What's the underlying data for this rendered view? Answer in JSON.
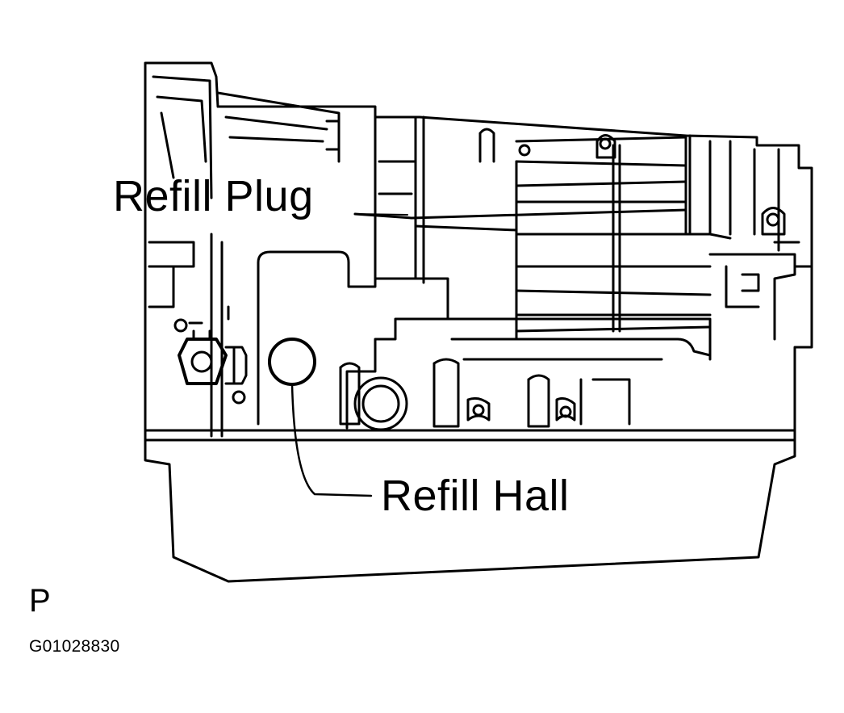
{
  "labels": {
    "refill_plug": "Refill Plug",
    "refill_hall": "Refill Hall"
  },
  "corner_letter": "P",
  "figure_id": "G01028830",
  "colors": {
    "line": "#000000",
    "background": "#ffffff"
  }
}
